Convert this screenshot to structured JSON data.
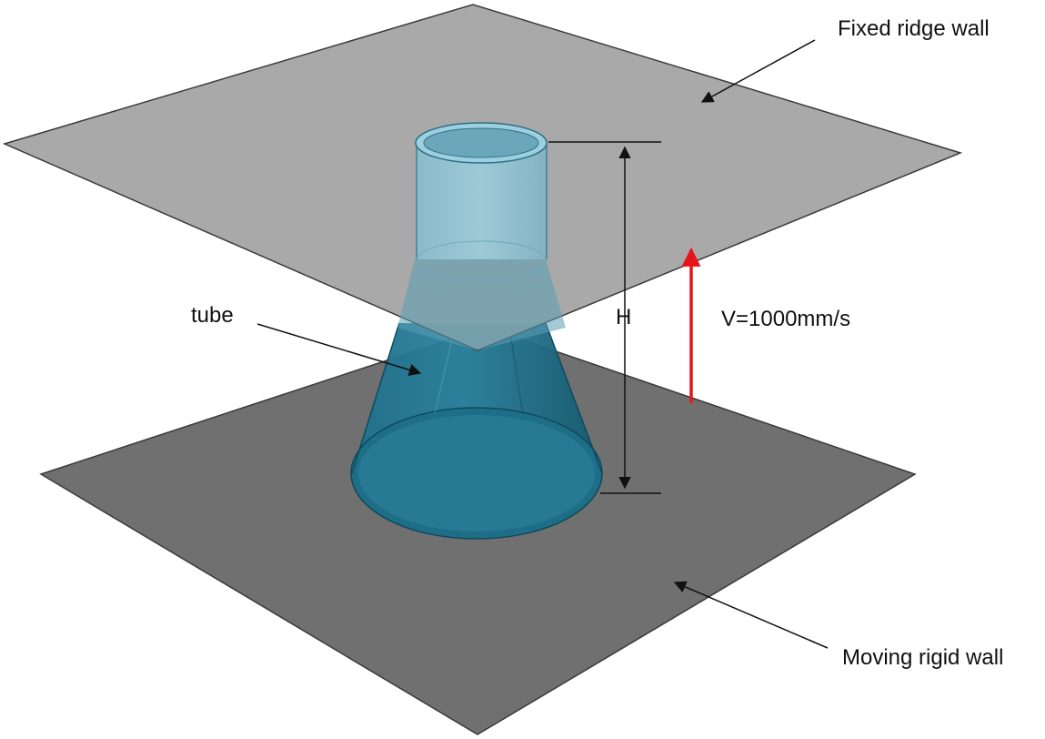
{
  "labels": {
    "fixed_wall": "Fixed ridge wall",
    "moving_wall": "Moving rigid wall",
    "tube": "tube",
    "height": "H",
    "velocity": "V=1000mm/s"
  },
  "colors": {
    "fixed_wall": "#a3a3a3",
    "moving_wall": "#707070",
    "tube_upper": "#8cc4d6",
    "tube_lower": "#1f6f8b",
    "velocity_arrow": "#e8141b",
    "annotation": "#111111"
  }
}
